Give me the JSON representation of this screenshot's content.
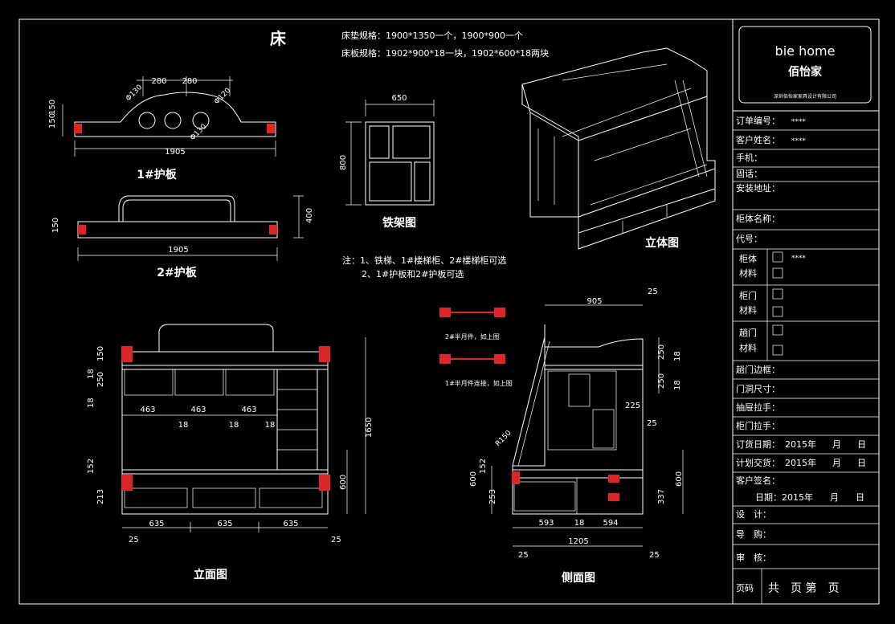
{
  "title": "床",
  "specs": {
    "mattress": "床垫规格：1900*1350一个，1900*900一个",
    "board": "床板规格：1902*900*18一块，1902*600*18两块"
  },
  "notes": {
    "line1": "注：1、铁梯、1#楼梯柜、2#楼梯柜可选",
    "line2": "2、1#护板和2#护板可选"
  },
  "labels": {
    "guard1": "1#护板",
    "guard2": "2#护板",
    "iron_frame": "铁架图",
    "solid": "立体图",
    "elevation": "立面图",
    "side": "侧面图",
    "bolt2": "2#半月件，如上图",
    "bolt1": "1#半月件连接，如上图"
  },
  "dims": {
    "guard1": {
      "d1": "280",
      "d2": "280",
      "phi1": "Φ130",
      "phi2": "Φ120",
      "phi3": "Φ130",
      "h1": "150",
      "h2": "150",
      "w": "1905"
    },
    "guard2": {
      "w": "1905",
      "h": "150",
      "total": "400"
    },
    "frame": {
      "w": "650",
      "h": "800"
    },
    "elev": {
      "a": "150",
      "b": "18",
      "c": "250",
      "d": "18",
      "e1": "463",
      "e2": "463",
      "e3": "463",
      "s1": "18",
      "s2": "18",
      "s3": "18",
      "total": "1650",
      "lower": "600",
      "f": "152",
      "g": "213",
      "w1": "635",
      "w2": "635",
      "w3": "635",
      "m1": "25",
      "m2": "25"
    },
    "side": {
      "top": "905",
      "t25": "25",
      "r250": "250",
      "r18": "18",
      "r250b": "250",
      "r18b": "18",
      "d225": "225",
      "d25": "25",
      "r150": "R150",
      "l600": "600",
      "l152": "152",
      "l253": "253",
      "r600": "600",
      "r337": "337",
      "b593": "593",
      "b18": "18",
      "b594": "594",
      "bw": "1205",
      "bl25": "25",
      "br25": "25"
    }
  },
  "title_block": {
    "logo": "bie home",
    "brand": "佰怡家",
    "company": "深圳佰怡家家具设计有限公司",
    "rows": [
      {
        "label": "订单编号：",
        "value": "****"
      },
      {
        "label": "客户姓名：",
        "value": "****"
      },
      {
        "label": "手机：",
        "value": ""
      },
      {
        "label": "固话：",
        "value": ""
      },
      {
        "label": "安装地址：",
        "value": ""
      },
      {
        "label": "柜体名称：",
        "value": ""
      },
      {
        "label": "代号：",
        "value": ""
      }
    ],
    "material": [
      {
        "label1": "柜体",
        "label2": "材料",
        "value": "****"
      },
      {
        "label1": "柜门",
        "label2": "材料",
        "value": ""
      },
      {
        "label1": "趟门",
        "label2": "材料",
        "value": ""
      }
    ],
    "rows2": [
      {
        "label": "趟门边框：",
        "value": ""
      },
      {
        "label": "门洞尺寸：",
        "value": ""
      },
      {
        "label": "抽屉拉手：",
        "value": ""
      },
      {
        "label": "柜门拉手：",
        "value": ""
      }
    ],
    "order_date": {
      "label": "订货日期：",
      "year": "2015年",
      "month": "月",
      "day": "日"
    },
    "plan_date": {
      "label": "计划交货：",
      "year": "2015年",
      "month": "月",
      "day": "日"
    },
    "signature": {
      "label": "客户签名：",
      "date_label": "日期：",
      "year": "2015年",
      "month": "月",
      "day": "日"
    },
    "design": "设　计：",
    "guide": "导　购：",
    "audit": "审　核：",
    "page": {
      "label": "页码",
      "text": "共　页 第　页"
    }
  }
}
